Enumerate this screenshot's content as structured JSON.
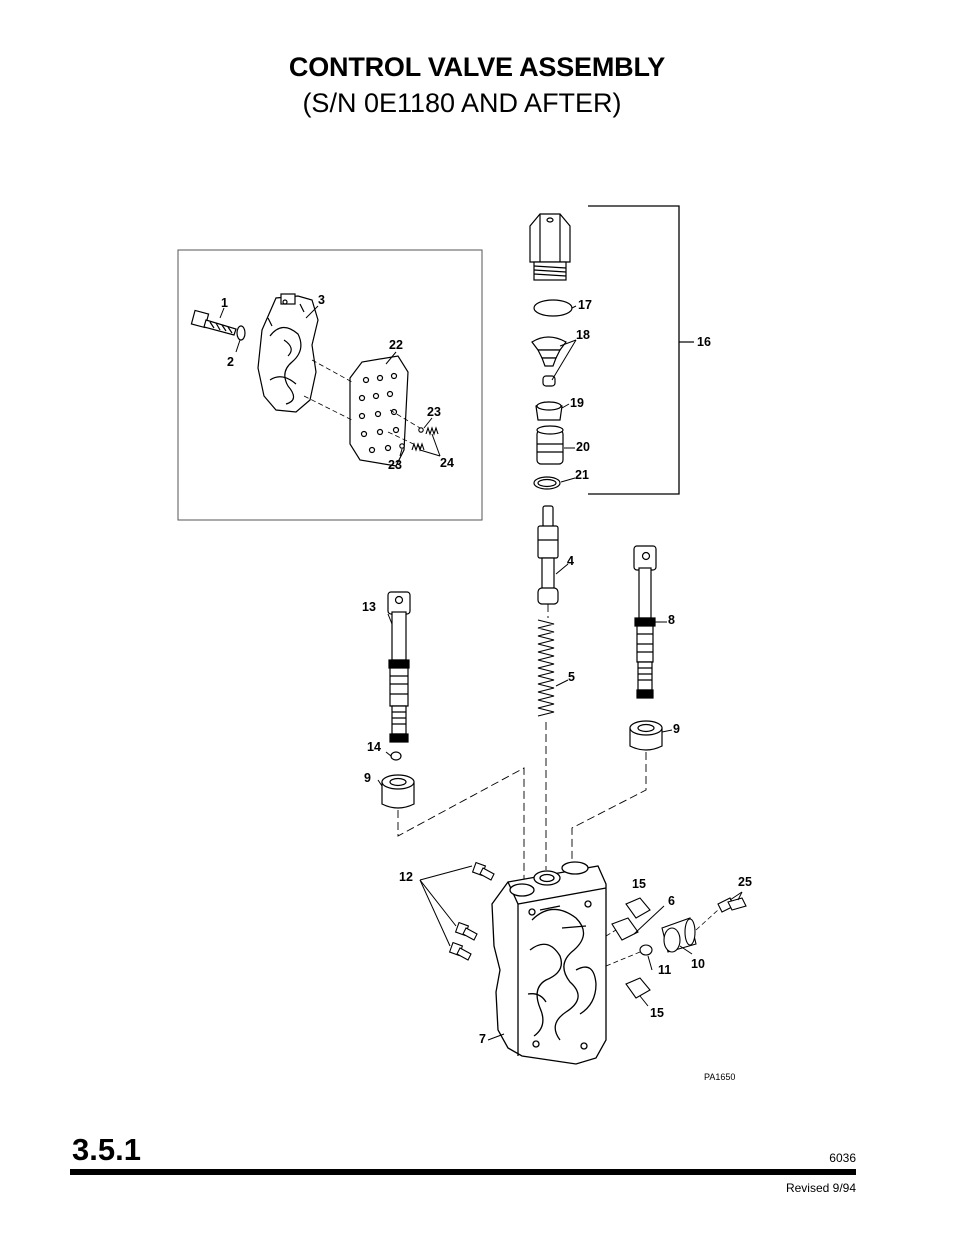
{
  "header": {
    "title": "CONTROL VALVE ASSEMBLY",
    "subtitle": "(S/N 0E1180 AND AFTER)"
  },
  "footer": {
    "section": "3.5.1",
    "doc_number": "6036",
    "revised": "Revised 9/94"
  },
  "figure": {
    "drawing_id": "PA1650",
    "callouts": {
      "c1": "1",
      "c2": "2",
      "c3": "3",
      "c22": "22",
      "c23a": "23",
      "c23b": "23",
      "c24": "24",
      "c16": "16",
      "c17": "17",
      "c18": "18",
      "c19": "19",
      "c20": "20",
      "c21": "21",
      "c4": "4",
      "c5": "5",
      "c13": "13",
      "c14": "14",
      "c9a": "9",
      "c8": "8",
      "c9b": "9",
      "c12": "12",
      "c15a": "15",
      "c6": "6",
      "c25": "25",
      "c10": "10",
      "c11": "11",
      "c15b": "15",
      "c7": "7"
    }
  }
}
